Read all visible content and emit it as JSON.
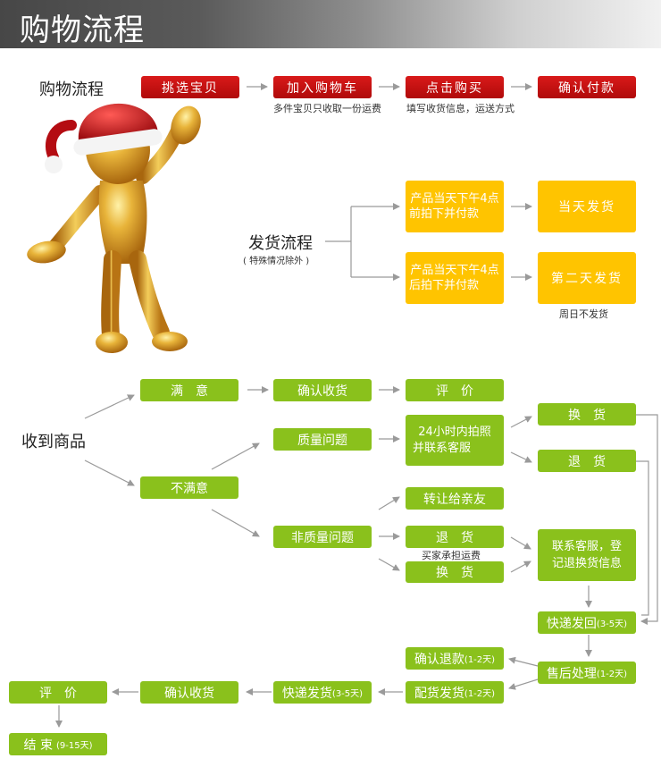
{
  "title": "购物流程",
  "shopping": {
    "label": "购物流程",
    "steps": [
      "挑选宝贝",
      "加入购物车",
      "点击购买",
      "确认付款"
    ],
    "note_cart": "多件宝贝只收取一份运费",
    "note_buy": "填写收货信息，运送方式"
  },
  "shipping": {
    "label": "发货流程",
    "sublabel": "( 特殊情况除外 )",
    "before_line1": "产品当天下午4点",
    "before_line2": "前拍下并付款",
    "after_line1": "产品当天下午4点",
    "after_line2": "后拍下并付款",
    "same_day": "当天发货",
    "next_day": "第二天发货",
    "sunday_note": "周日不发货"
  },
  "receive": {
    "label": "收到商品",
    "satisfied": "满　意",
    "confirm_receipt": "确认收货",
    "review": "评　价",
    "unsatisfied": "不满意",
    "quality_issue": "质量问题",
    "photo_line1": "24小时内拍照",
    "photo_line2": "并联系客服",
    "exchange": "换　货",
    "return": "退　货",
    "non_quality_issue": "非质量问题",
    "transfer_friend": "转让给亲友",
    "return2": "退　货",
    "buyer_pays": "买家承担运费",
    "exchange2": "换　货",
    "contact_line1": "联系客服，登",
    "contact_line2": "记退换货信息",
    "express_back": "快递发回",
    "express_back_days": "(3-5天)",
    "after_sales": "售后处理",
    "after_sales_days": "(1-2天)",
    "confirm_refund": "确认退款",
    "confirm_refund_days": "(1-2天)",
    "restock": "配货发货",
    "restock_days": "(1-2天)",
    "express_ship": "快递发货",
    "express_ship_days": "(3-5天)",
    "confirm_receipt2": "确认收货",
    "review2": "评　价",
    "end": "结 束",
    "end_days": "(9-15天)"
  },
  "colors": {
    "red": "#c81010",
    "green": "#8ac11c",
    "yellow": "#ffc400",
    "arrow": "#9a9a9a",
    "gold": "#d9a22a",
    "hat_red": "#c8141b"
  },
  "figure": "gold-figure-with-santa-hat"
}
